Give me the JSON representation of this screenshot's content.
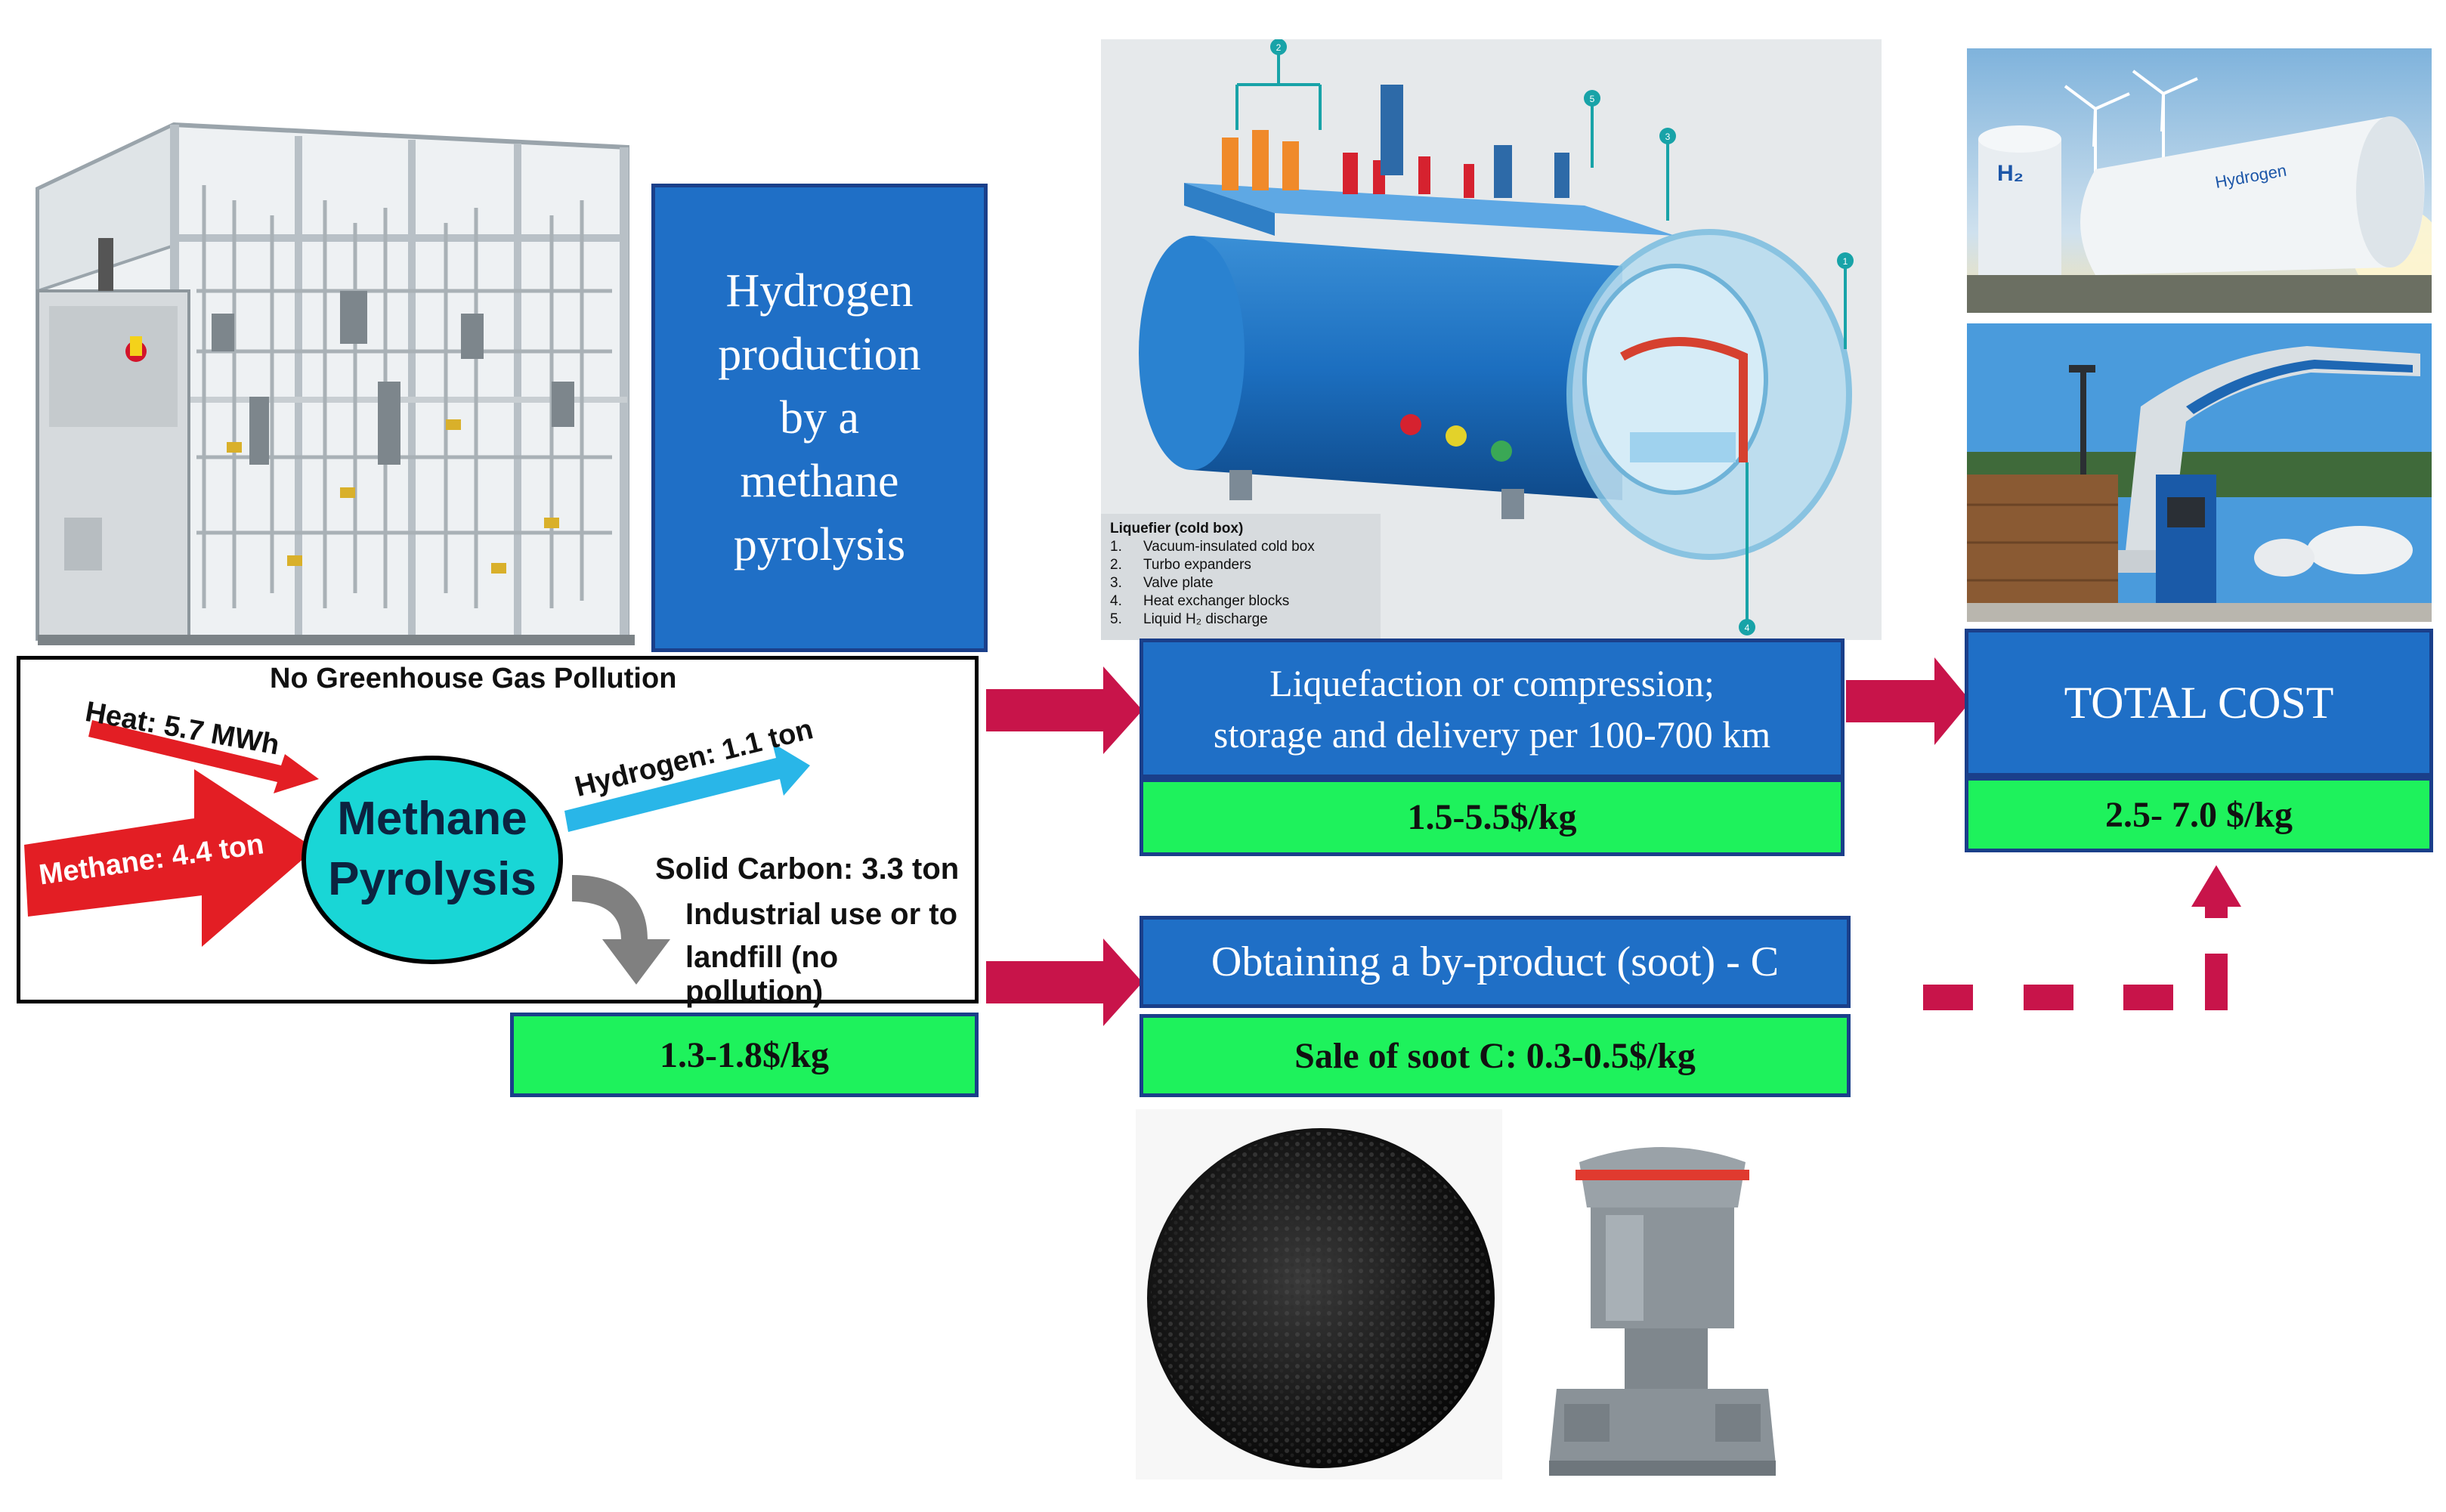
{
  "title_box": {
    "lines": [
      "Hydrogen",
      "production",
      "by a",
      "methane",
      "pyrolysis"
    ]
  },
  "pyrolysis_diagram": {
    "header": "No Greenhouse Gas Pollution",
    "heat": "Heat: 5.7 MWh",
    "methane_input": "Methane: 4.4 ton",
    "hydrogen_output": "Hydrogen: 1.1 ton",
    "center_line1": "Methane",
    "center_line2": "Pyrolysis",
    "carbon_line1": "Solid Carbon: 3.3 ton",
    "carbon_line2": "Industrial use or to",
    "carbon_line3": "landfill (no pollution)"
  },
  "cost_production": "1.3-1.8$/kg",
  "liquefaction_box": {
    "line1": "Liquefaction or compression;",
    "line2": "storage and delivery per 100-700 km"
  },
  "cost_liquefaction": "1.5-5.5$/kg",
  "byproduct_box": "Obtaining a by-product (soot) - C",
  "cost_soot": "Sale of soot C: 0.3-0.5$/kg",
  "total_box": "TOTAL COST",
  "cost_total": "2.5- 7.0 $/kg",
  "liquefier_legend": {
    "title": "Liquefier (cold box)",
    "items": [
      "Vacuum-insulated cold box",
      "Turbo expanders",
      "Valve plate",
      "Heat exchanger blocks",
      "Liquid H₂ discharge"
    ],
    "numbers": [
      "1.",
      "2.",
      "3.",
      "4.",
      "5."
    ],
    "callouts": [
      "2",
      "5",
      "3",
      "1",
      "4"
    ]
  },
  "station_photo": {
    "tank_h2": "H₂",
    "tank_brand": "Hydrogen"
  },
  "colors": {
    "box_blue": "#1f6fc6",
    "box_border": "#1a3f8a",
    "cost_green": "#1ef25c",
    "arrow_crimson": "#c8144a",
    "ellipse_cyan": "#19d6d6"
  }
}
